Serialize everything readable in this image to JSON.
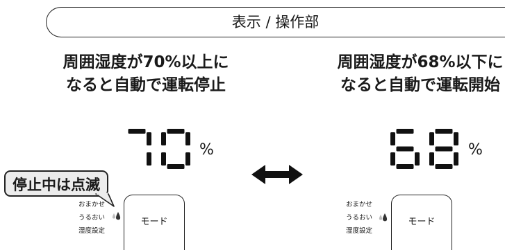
{
  "header": {
    "title": "表示 / 操作部"
  },
  "left_panel": {
    "caption_line1": "周囲湿度が70%以上に",
    "caption_line2": "なると自動で運転停止",
    "display_value": "70",
    "unit": "%",
    "callout": "停止中は点滅",
    "labels": [
      "おまかせ",
      "うるおい",
      "湿度設定"
    ],
    "mode_button": "モード"
  },
  "right_panel": {
    "caption_line1": "周囲湿度が68%以下に",
    "caption_line2": "なると自動で運転開始",
    "display_value": "68",
    "unit": "%",
    "labels": [
      "おまかせ",
      "うるおい",
      "湿度設定"
    ],
    "mode_button": "モード"
  },
  "icons": {
    "arrow": "double-headed-arrow-icon",
    "drop": "water-drop-icon"
  },
  "colors": {
    "segment": "#111111",
    "drop_dark": "#333333",
    "drop_light": "#bdbdbd",
    "callout_bg": "#ececec"
  }
}
